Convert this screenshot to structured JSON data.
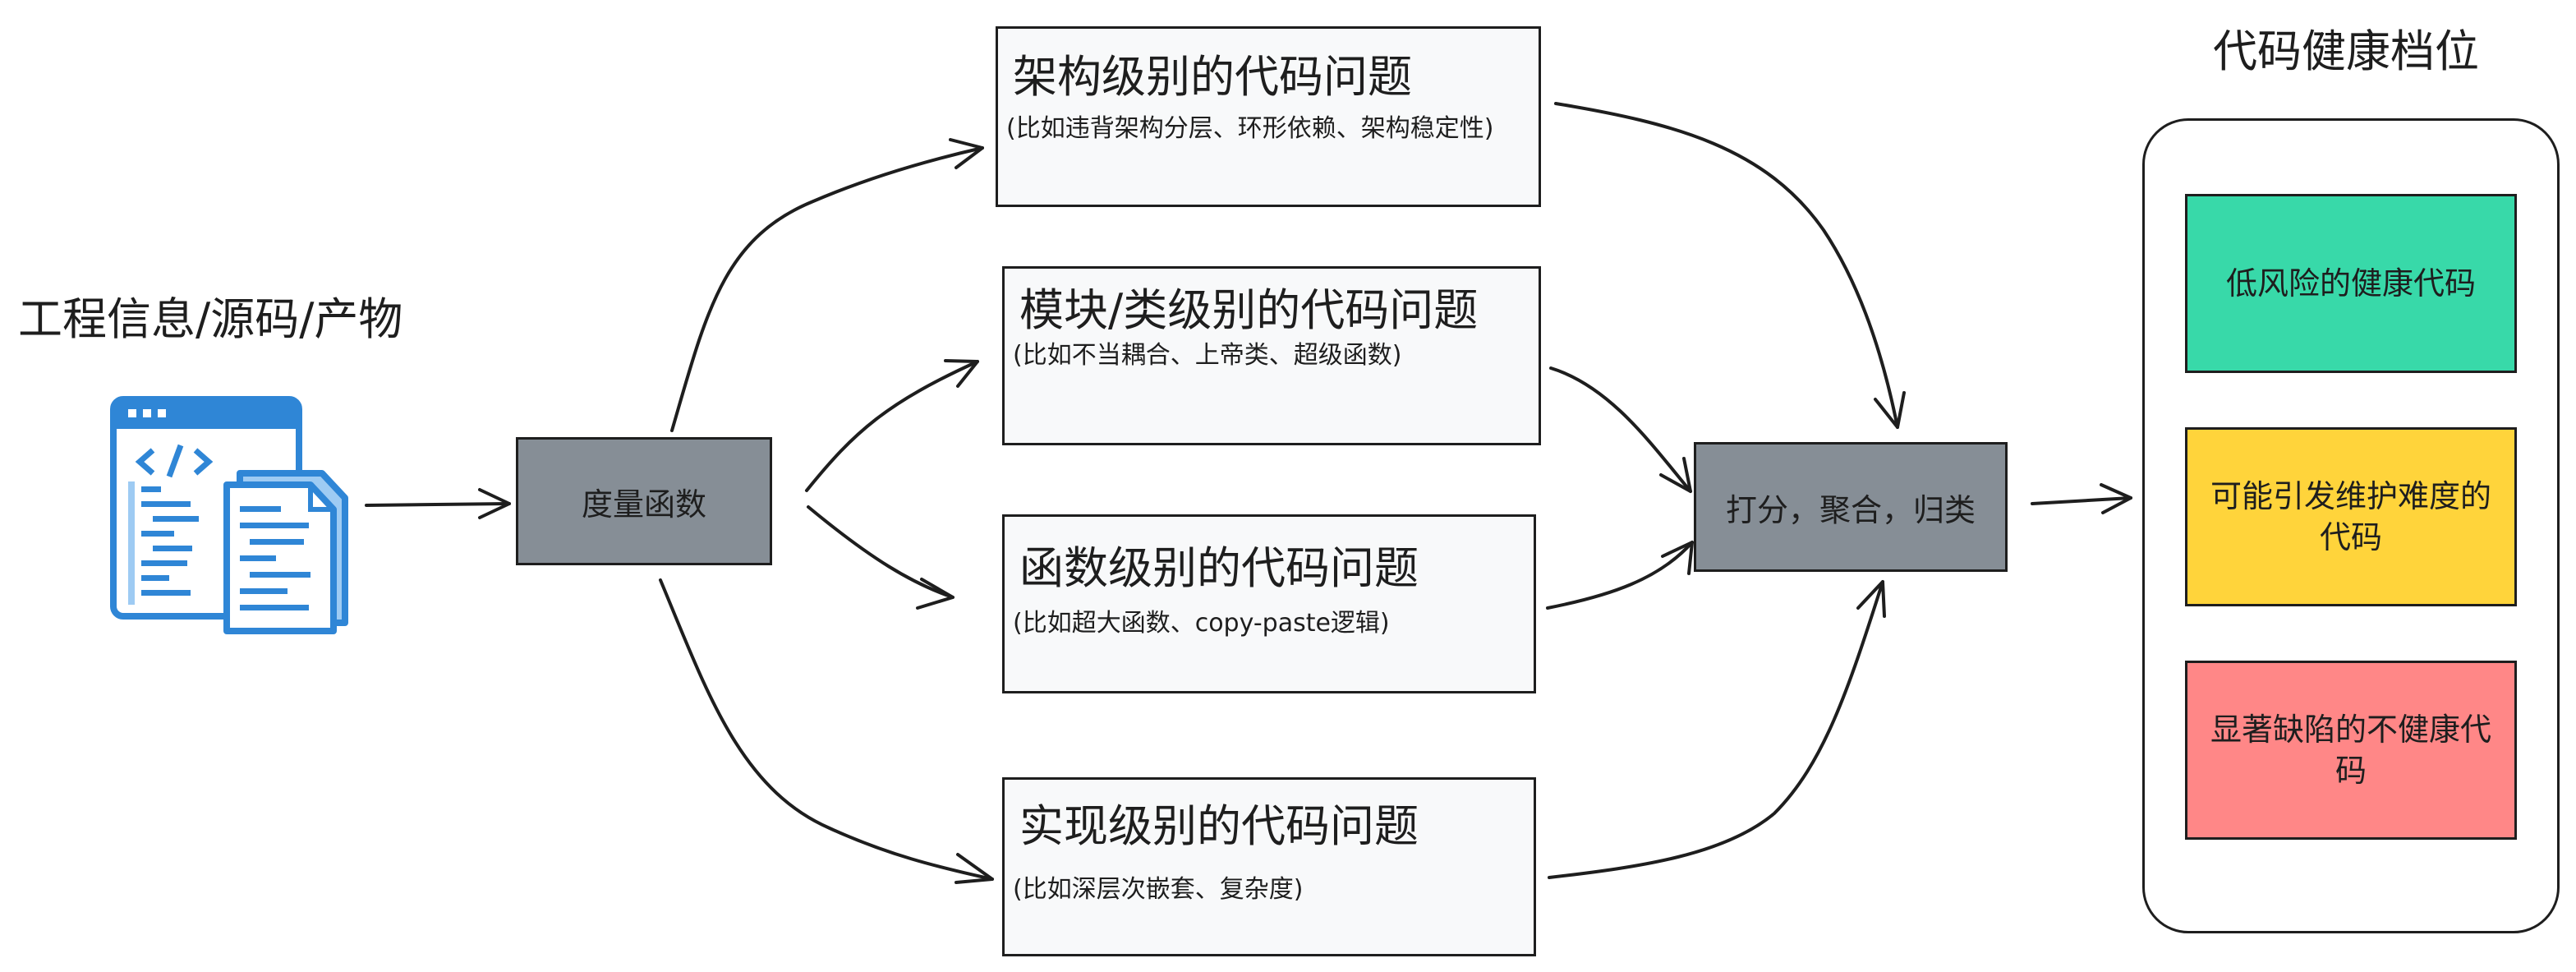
{
  "source": {
    "label": "工程信息/源码/产物",
    "icon": "source-code-documents-icon"
  },
  "measure": {
    "label": "度量函数"
  },
  "issues": [
    {
      "title": "架构级别的代码问题",
      "subtitle": "(比如违背架构分层、环形依赖、架构稳定性)"
    },
    {
      "title": "模块/类级别的代码问题",
      "subtitle": "(比如不当耦合、上帝类、超级函数)"
    },
    {
      "title": "函数级别的代码问题",
      "subtitle": "(比如超大函数、copy-paste逻辑)"
    },
    {
      "title": "实现级别的代码问题",
      "subtitle": "(比如深层次嵌套、复杂度)"
    }
  ],
  "score": {
    "label": "打分，聚合，归类"
  },
  "health": {
    "title": "代码健康档位",
    "levels": [
      {
        "label": "低风险的健康代码",
        "color": "#38d9a9"
      },
      {
        "label": "可能引发维护难度的代码",
        "color": "#ffd43b"
      },
      {
        "label": "显著缺陷的不健康代码",
        "color": "#ff8787"
      }
    ]
  },
  "colors": {
    "stroke": "#1e1e1e",
    "gray_box": "#868e96",
    "issue_box": "#f8f9fa",
    "icon_blue": "#2f86d6",
    "icon_light": "#9ecbf3"
  }
}
